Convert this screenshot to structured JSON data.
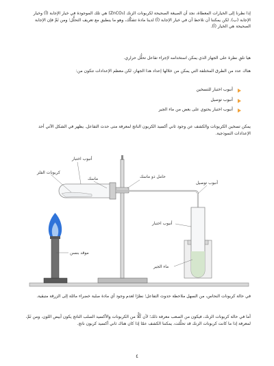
{
  "paragraphs": {
    "p1": "إذا نظرنا إلى الخيارات المعطاة، نجد أن الصيغة الصحيحة لكربونات الزنك (ZnCO₃) هي تلك الموجودة في خيار الإجابة (أ) وخيار الإجابة (ب). لكن يمكننا أن نلاحظ أن في خيار الإجابة (أ) لدينا مادة تتفكَّك، وهو ما ينطبق مع تعريف التحلُّل؛ ومن ثَمَّ فإن الإجابة الصحيحة هي الخيار (أ).",
    "p2": "هيا نلقِ نظرة على الجهاز الذي يمكن استخدامه لإجراء تفاعل تحلُّل حراري.",
    "p3": "هناك عدد من الطرق المختلفة التي يمكن من خلالها إعداد هذا الجهاز، لكن معظم الإعدادات تتكون من:",
    "p4": "يمكن تسخين الكربونات والكشف عن وجود ثاني أكسيد الكربون الناتج لمعرفة متى حدث التفاعل. يظهر في الشكل الآتي أحد الإعدادات النموذجية.",
    "p5": "في حالة كربونات النحاس، من السهل ملاحظة حدوث التفاعل؛ نظرًا لعدم وجود أي مادة صلبة خضراء مائلة إلى الزرقة متبقية.",
    "p6": "أما في حالة كربونات الزنك، فيكون من الصعب معرفة ذلك؛ لأن كُلًّا من الكربونات والأكسيد الصلب الناتج يكون أبيض اللون. ومن ثَمَّ، لمعرفة إذا ما كانت كربونات الزنك قد تحلَّلت، يمكننا الكشف عمّا إذا كان هناك ثاني أكسيد كربون ناتج."
  },
  "bullets": [
    "أنبوب اختبار للتسخين",
    "أنبوب توصيل",
    "أنبوب اختبار يحتوي على بعض من ماء الجير"
  ],
  "figure": {
    "labels": {
      "test_tube_top": "أنبوب اختبار",
      "metal_carbonate": "كربونات الفلز",
      "clamp": "ماسك",
      "clamp_holder": "حامل ذو ماسك",
      "delivery_tube": "أنبوب توصيل",
      "test_tube_right": "أنبوب اختبار",
      "bunsen_burner": "موقد بنسن",
      "limewater": "ماء الجير"
    },
    "colors": {
      "limewater": "#d5e6cd",
      "flame_outer": "#2f73d9",
      "flame_inner": "#a8c9f2",
      "bullet": "#f2a23a"
    }
  },
  "page_number": "٤"
}
